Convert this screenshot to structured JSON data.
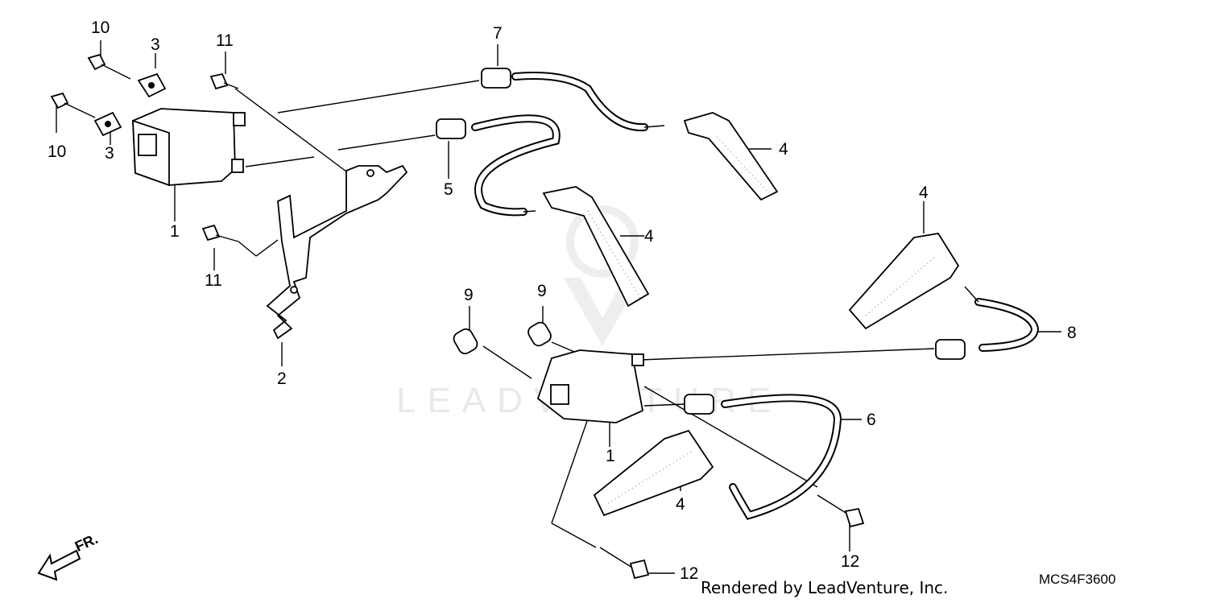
{
  "callouts": {
    "c10a": "10",
    "c3a": "3",
    "c11a": "11",
    "c7": "7",
    "c10b": "10",
    "c3b": "3",
    "c1a": "1",
    "c5": "5",
    "c4a": "4",
    "c4b": "4",
    "c4c": "4",
    "c11b": "11",
    "c2": "2",
    "c9a": "9",
    "c9b": "9",
    "c8": "8",
    "c6": "6",
    "c1b": "1",
    "c4d": "4",
    "c12a": "12",
    "c12b": "12"
  },
  "front_label": "FR.",
  "credit": "Rendered by LeadVenture, Inc.",
  "diagram_code": "MCS4F3600",
  "watermark": "LEADVENTURE",
  "colors": {
    "line": "#000000",
    "background": "#ffffff",
    "watermark": "#e9e9e9"
  }
}
